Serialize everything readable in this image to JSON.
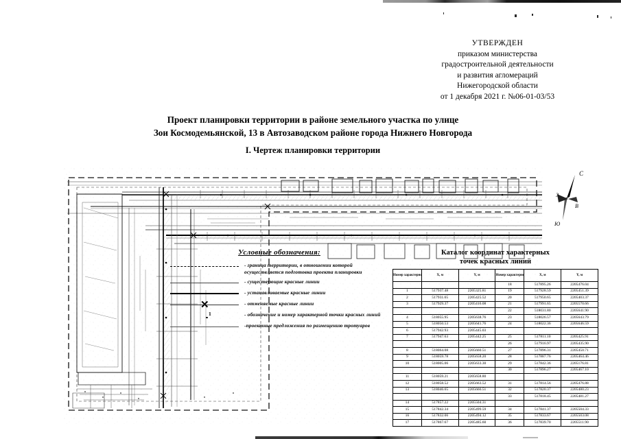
{
  "approval": {
    "heading": "УТВЕРЖДЕН",
    "lines": [
      "приказом министерства",
      "градостроительной деятельности",
      "и развития агломераций",
      "Нижегородской области",
      "от 1 декабря 2021 г. №06-01-03/53"
    ]
  },
  "document": {
    "title_line1": "Проект планировки территории в районе земельного участка по улице",
    "title_line2": "Зои Космодемьянской, 13 в Автозаводском районе города Нижнего Новгорода",
    "sheet_title": "I. Чертеж планировки территории"
  },
  "compass": {
    "north": "С",
    "south": "Ю",
    "west": "З",
    "east": "В"
  },
  "legend": {
    "title": "Условные обозначения:",
    "items": [
      {
        "symbol": "dashed-line",
        "text": "- граница территории, в отношении которой осуществляется подготовка проекта планировки"
      },
      {
        "symbol": "thin-line",
        "text": "- существующие красные линии"
      },
      {
        "symbol": "thick-line",
        "text": "- устанавливаемые красные линии"
      },
      {
        "symbol": "cancelled-line-x",
        "text": "- отменяемые красные линии"
      },
      {
        "symbol": "point-marker",
        "point_number": "1",
        "text": "- обозначение и номер характерной точки красных линий"
      },
      {
        "symbol": "sidewalk-line",
        "text": "-проектные предложения по размещению тротуаров"
      }
    ]
  },
  "catalog": {
    "title_line1": "Каталог координат характерных",
    "title_line2": "точек красных линий",
    "headers": {
      "number": "Номер характерной точки",
      "x": "X, м",
      "y": "Y, м"
    },
    "left_rows": [
      {
        "n": "",
        "x": "",
        "y": ""
      },
      {
        "n": "1",
        "x": "517937.48",
        "y": "2205325.81"
      },
      {
        "n": "2",
        "x": "517931.65",
        "y": "2205425.52"
      },
      {
        "n": "3",
        "x": "517929.37",
        "y": "2205416.08"
      },
      {
        "n": "",
        "x": "",
        "y": ""
      },
      {
        "n": "4",
        "x": "518055.95",
        "y": "2205638.76"
      },
      {
        "n": "5",
        "x": "518050.53",
        "y": "2205641.76"
      },
      {
        "n": "6",
        "x": "517942.93",
        "y": "2205445.03"
      },
      {
        "n": "7",
        "x": "517947.63",
        "y": "2205442.25"
      },
      {
        "n": "",
        "x": "",
        "y": ""
      },
      {
        "n": "8",
        "x": "518064.08",
        "y": "2205660.51"
      },
      {
        "n": "9",
        "x": "518059.78",
        "y": "2205658.20"
      },
      {
        "n": "10",
        "x": "518005.06",
        "y": "2205633.30"
      },
      {
        "n": "",
        "x": "",
        "y": ""
      },
      {
        "n": "11",
        "x": "518059.21",
        "y": "2205658.80"
      },
      {
        "n": "12",
        "x": "518058.52",
        "y": "2205663.52"
      },
      {
        "n": "13",
        "x": "518046.65",
        "y": "2205666.51"
      },
      {
        "n": "",
        "x": "",
        "y": ""
      },
      {
        "n": "14",
        "x": "517857.22",
        "y": "2205504.31"
      },
      {
        "n": "15",
        "x": "517842.34",
        "y": "2205499.59"
      },
      {
        "n": "16",
        "x": "517832.06",
        "y": "2205494.12"
      },
      {
        "n": "17",
        "x": "517867.67",
        "y": "2205485.60"
      }
    ],
    "right_rows": [
      {
        "n": "18",
        "x": "517895.26",
        "y": "2205476.04"
      },
      {
        "n": "19",
        "x": "517928.59",
        "y": "2205451.39"
      },
      {
        "n": "20",
        "x": "517950.65",
        "y": "2205403.37"
      },
      {
        "n": "21",
        "x": "517991.65",
        "y": "2205570.66"
      },
      {
        "n": "22",
        "x": "518031.80",
        "y": "2205641.90"
      },
      {
        "n": "23",
        "x": "518026.57",
        "y": "2205643.79"
      },
      {
        "n": "24",
        "x": "518022.36",
        "y": "2205646.59"
      },
      {
        "n": "",
        "x": "",
        "y": ""
      },
      {
        "n": "25",
        "x": "517811.10",
        "y": "2205425.91"
      },
      {
        "n": "26",
        "x": "517916.97",
        "y": "2205435.90"
      },
      {
        "n": "27",
        "x": "517896.31",
        "y": "2205450.71"
      },
      {
        "n": "28",
        "x": "517887.76",
        "y": "2205464.46"
      },
      {
        "n": "29",
        "x": "517842.36",
        "y": "2205176.81"
      },
      {
        "n": "30",
        "x": "517896.27",
        "y": "2205467.10"
      },
      {
        "n": "",
        "x": "",
        "y": ""
      },
      {
        "n": "31",
        "x": "517814.56",
        "y": "2205476.88"
      },
      {
        "n": "32",
        "x": "517820.37",
        "y": "2205480.23"
      },
      {
        "n": "33",
        "x": "517818.45",
        "y": "2205481.27"
      },
      {
        "n": "",
        "x": "",
        "y": ""
      },
      {
        "n": "34",
        "x": "517841.37",
        "y": "2205504.33"
      },
      {
        "n": "35",
        "x": "517833.67",
        "y": "2205503.08"
      },
      {
        "n": "36",
        "x": "517839.70",
        "y": "2205511.90"
      }
    ]
  }
}
